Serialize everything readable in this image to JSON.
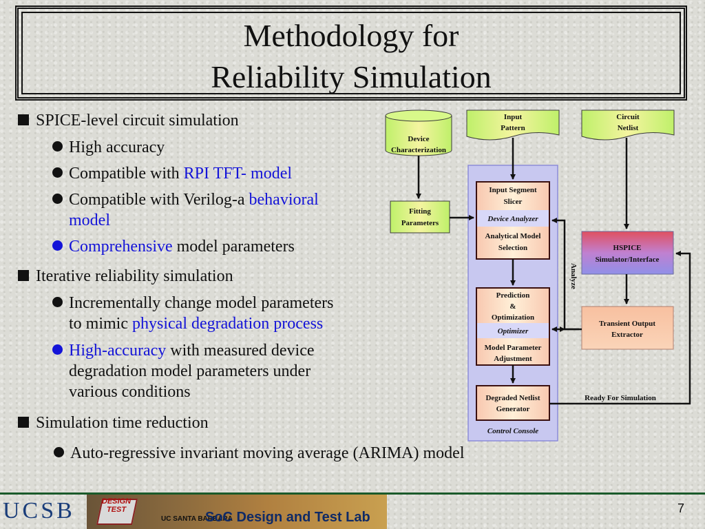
{
  "title": {
    "line1": "Methodology for",
    "line2": "Reliability Simulation"
  },
  "bullets": {
    "b1": "SPICE-level circuit simulation",
    "b1_sub": {
      "s1": "High accuracy",
      "s2_a": "Compatible with ",
      "s2_b": "RPI TFT- model",
      "s3_a": "Compatible with Verilog-a ",
      "s3_b": "behavioral",
      "s3_c": "model",
      "s4_a": "Comprehensive",
      "s4_b": " model parameters"
    },
    "b2": "Iterative reliability simulation",
    "b2_sub": {
      "s1_a": "Incrementally change model parameters",
      "s1_b": "to mimic ",
      "s1_c": "physical degradation process",
      "s2_a": "High-accuracy",
      "s2_b": " with measured device",
      "s2_c": "degradation model parameters under",
      "s2_d": "various conditions"
    },
    "b3": "Simulation time reduction",
    "b3_sub": {
      "s1": "Auto-regressive invariant moving average (ARIMA) model"
    }
  },
  "diagram": {
    "device_char": [
      "Device",
      "Characterization"
    ],
    "fitting": [
      "Fitting",
      "Parameters"
    ],
    "input_pattern": [
      "Input",
      "Pattern"
    ],
    "circuit_netlist": [
      "Circuit",
      "Netlist"
    ],
    "input_segment": [
      "Input Segment",
      "Slicer"
    ],
    "device_analyzer": "Device Analyzer",
    "analytical_model": [
      "Analytical Model",
      "Selection"
    ],
    "prediction": [
      "Prediction",
      "&",
      "Optimization"
    ],
    "optimizer": "Optimizer",
    "model_param": [
      "Model Parameter",
      "Adjustment"
    ],
    "degraded_netlist": [
      "Degraded Netlist",
      "Generator"
    ],
    "control_console": "Control Console",
    "hspice": [
      "HSPICE",
      "Simulator/Interface"
    ],
    "transient": [
      "Transient Output",
      "Extractor"
    ],
    "analyze": "Analyze",
    "ready": "Ready For Simulation"
  },
  "footer": {
    "ucsb": "UCSB",
    "chip_label": [
      "DESIGN",
      "TEST"
    ],
    "lab_sub": "UC SANTA BARBARA",
    "lab_name": "SoC Design and Test Lab",
    "page_number": "7"
  }
}
